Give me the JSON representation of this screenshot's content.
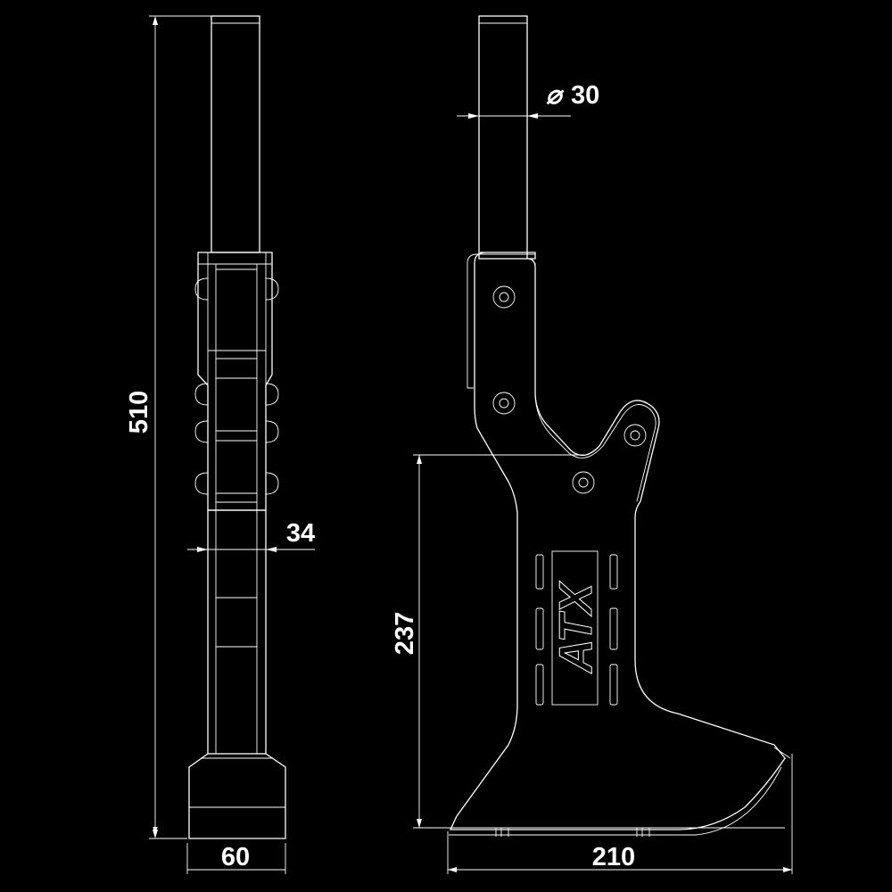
{
  "title": "ATX stand technical drawing",
  "colors": {
    "background": "#000000",
    "lines": "#ffffff"
  },
  "dimensions": {
    "height_total": "510",
    "plate_width": "34",
    "base_width": "60",
    "tube_diameter_symbol": "⌀",
    "tube_diameter": "30",
    "lower_height": "237",
    "base_length": "210"
  },
  "logo": "ATX"
}
